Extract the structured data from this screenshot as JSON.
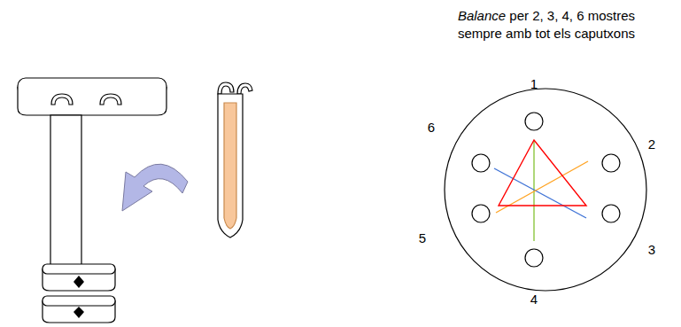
{
  "diagram": {
    "title": "Balance per 2, 3, 4, 6 mostres sempre amb tot els caputxons",
    "labels": [
      "1",
      "2",
      "3",
      "4",
      "5",
      "6"
    ]
  }
}
